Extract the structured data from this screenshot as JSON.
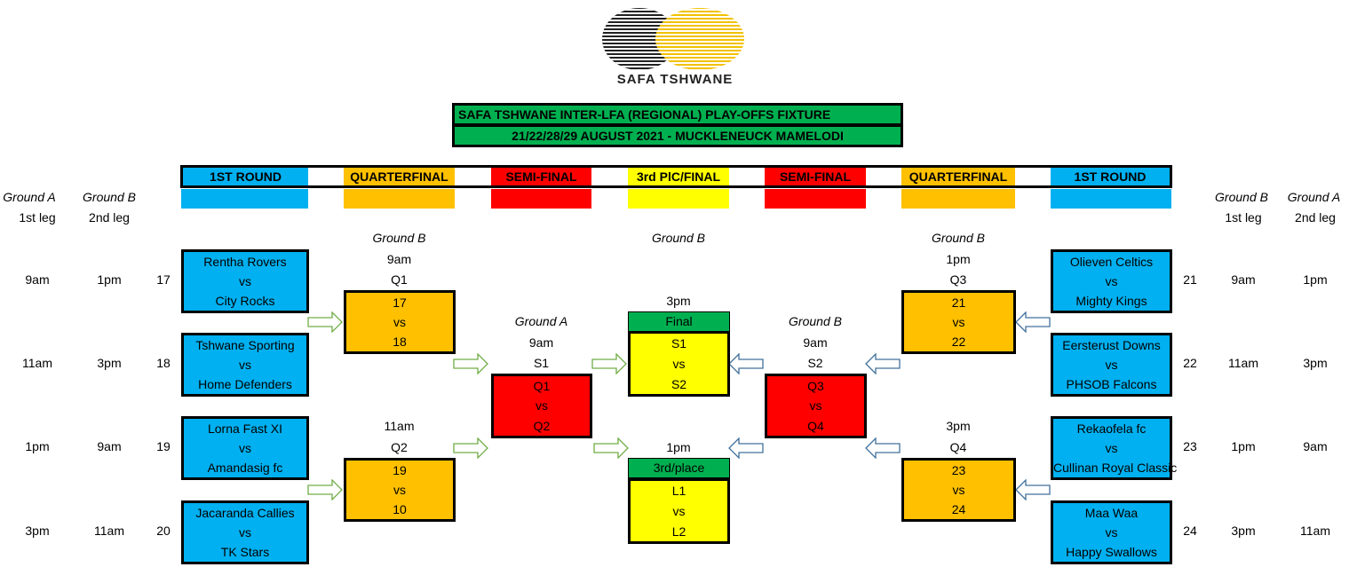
{
  "header": {
    "logo_text": "SAFA TSHWANE",
    "title": "SAFA TSHWANE INTER-LFA (REGIONAL) PLAY-OFFS FIXTURE",
    "subtitle": "21/22/28/29 AUGUST 2021 - MUCKLENEUCK MAMELODI"
  },
  "rounds": [
    "1ST ROUND",
    "QUARTERFINAL",
    "SEMI-FINAL",
    "3rd PlC/FINAL",
    "SEMI-FINAL",
    "QUARTERFINAL",
    "1ST ROUND"
  ],
  "left_cols": {
    "ground_a": "Ground A",
    "leg_a": "1st leg",
    "ground_b": "Ground B",
    "leg_b": "2nd leg"
  },
  "right_cols": {
    "ground_b": "Ground B",
    "leg_b": "1st leg",
    "ground_a": "Ground A",
    "leg_a": "2nd leg"
  },
  "left_matches": [
    {
      "num": "17",
      "home": "Rentha Rovers",
      "vs": "vs",
      "away": "City Rocks",
      "time_a": "9am",
      "time_b": "1pm"
    },
    {
      "num": "18",
      "home": "Tshwane Sporting",
      "vs": "vs",
      "away": "Home Defenders",
      "time_a": "11am",
      "time_b": "3pm"
    },
    {
      "num": "19",
      "home": "Lorna Fast XI",
      "vs": "vs",
      "away": "Amandasig fc",
      "time_a": "1pm",
      "time_b": "9am"
    },
    {
      "num": "20",
      "home": "Jacaranda Callies",
      "vs": "vs",
      "away": "TK Stars",
      "time_a": "3pm",
      "time_b": "11am"
    }
  ],
  "right_matches": [
    {
      "num": "21",
      "home": "Olieven Celtics",
      "vs": "vs",
      "away": "Mighty Kings",
      "time_b": "9am",
      "time_a": "1pm"
    },
    {
      "num": "22",
      "home": "Eersterust Downs",
      "vs": "vs",
      "away": "PHSOB Falcons",
      "time_b": "11am",
      "time_a": "3pm"
    },
    {
      "num": "23",
      "home": "Rekaofela fc",
      "vs": "vs",
      "away": "Cullinan Royal Classic",
      "time_b": "1pm",
      "time_a": "9am"
    },
    {
      "num": "24",
      "home": "Maa Waa",
      "vs": "vs",
      "away": "Happy Swallows",
      "time_b": "3pm",
      "time_a": "11am"
    }
  ],
  "quarters": [
    {
      "ground": "Ground B",
      "time": "9am",
      "code": "Q1",
      "home": "17",
      "vs": "vs",
      "away": "18"
    },
    {
      "time": "11am",
      "code": "Q2",
      "home": "19",
      "vs": "vs",
      "away": "10"
    },
    {
      "ground": "Ground B",
      "time": "1pm",
      "code": "Q3",
      "home": "21",
      "vs": "vs",
      "away": "22"
    },
    {
      "time": "3pm",
      "code": "Q4",
      "home": "23",
      "vs": "vs",
      "away": "24"
    }
  ],
  "semis": [
    {
      "ground": "Ground A",
      "time": "9am",
      "code": "S1",
      "home": "Q1",
      "vs": "vs",
      "away": "Q2"
    },
    {
      "ground": "Ground B",
      "time": "9am",
      "code": "S2",
      "home": "Q3",
      "vs": "vs",
      "away": "Q4"
    }
  ],
  "final": {
    "ground": "Ground B",
    "time": "3pm",
    "label": "Final",
    "home": "S1",
    "vs": "vs",
    "away": "S2"
  },
  "third": {
    "time": "1pm",
    "label": "3rd/place",
    "home": "L1",
    "vs": "vs",
    "away": "L2"
  }
}
